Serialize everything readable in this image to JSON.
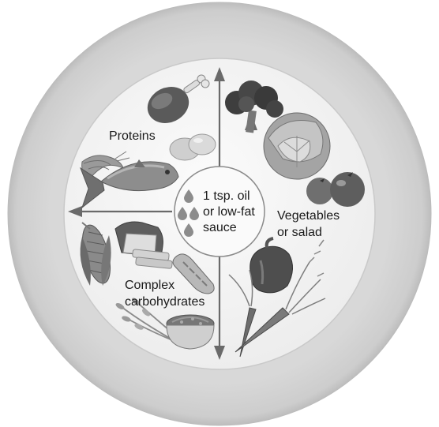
{
  "center": {
    "lines": [
      "1 tsp. oil",
      "or low-fat",
      "sauce"
    ],
    "icon": "oil-drops-icon"
  },
  "sections": {
    "proteins": {
      "label": "Proteins",
      "items": [
        "chicken-leg-icon",
        "eggs-icon",
        "shrimp-icon",
        "fish-icon"
      ]
    },
    "vegetables": {
      "lines": [
        "Vegetables",
        "or salad"
      ],
      "items": [
        "broccoli-icon",
        "cabbage-icon",
        "tomatoes-icon",
        "pepper-icon",
        "carrots-icon"
      ]
    },
    "carbs": {
      "lines": [
        "Complex",
        "carbohydrates"
      ],
      "items": [
        "corn-icon",
        "bread-loaf-icon",
        "baguette-icon",
        "wheat-icon",
        "grain-bowl-icon"
      ]
    }
  },
  "colors": {
    "plate_rim": "#d2d2d2",
    "plate_inner": "#f4f4f4",
    "arrow": "#6a6a6a",
    "text": "#1a1a1a"
  }
}
